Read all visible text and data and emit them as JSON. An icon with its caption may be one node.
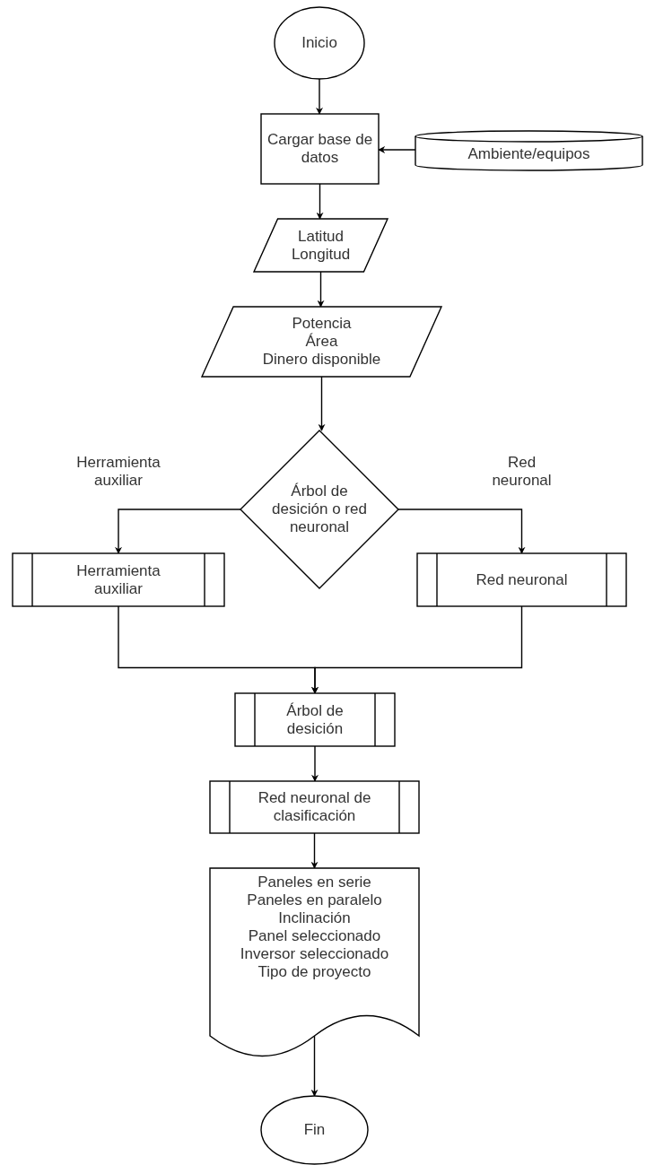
{
  "diagram": {
    "nodes": [
      {
        "text": [
          "Inicio"
        ]
      },
      {
        "text": [
          "Cargar base de datos"
        ]
      },
      {
        "text": [
          "Ambiente/equipos"
        ]
      },
      {
        "text": [
          "Latitud",
          "Longitud"
        ]
      },
      {
        "text": [
          "Potencia",
          "Área",
          "Dinero disponible"
        ]
      },
      {
        "text": [
          "Árbol de desición o red neuronal"
        ]
      },
      {
        "text": [
          "Herramienta auxiliar"
        ]
      },
      {
        "text": [
          "Red neuronal"
        ]
      },
      {
        "text": [
          "Árbol de desición"
        ]
      },
      {
        "text": [
          "Red neuronal de clasificación"
        ]
      },
      {
        "text": [
          "Paneles en serie",
          "Paneles en paralelo",
          "Inclinación",
          "Panel seleccionado",
          "Inversor seleccionado",
          "Tipo de proyecto"
        ]
      },
      {
        "text": [
          "Fin"
        ]
      }
    ],
    "edges": [
      {
        "from": 0,
        "to": 1,
        "arrow": "to"
      },
      {
        "from": 2,
        "to": 1,
        "arrow": "to"
      },
      {
        "from": 1,
        "to": 3,
        "arrow": "to"
      },
      {
        "from": 3,
        "to": 4,
        "arrow": "to"
      },
      {
        "from": 4,
        "to": 5,
        "arrow": "to"
      },
      {
        "from": 5,
        "to": 6,
        "arrow": "to",
        "label": "Herramienta auxiliar"
      },
      {
        "from": 5,
        "to": 7,
        "arrow": "to",
        "label": "Red neuronal"
      },
      {
        "from": 6,
        "to": 8,
        "arrow": "to"
      },
      {
        "from": 7,
        "to": 8,
        "arrow": "to"
      },
      {
        "from": 8,
        "to": 9,
        "arrow": "to"
      },
      {
        "from": 9,
        "to": 10,
        "arrow": "to"
      },
      {
        "from": 10,
        "to": 11,
        "arrow": "to"
      }
    ]
  }
}
